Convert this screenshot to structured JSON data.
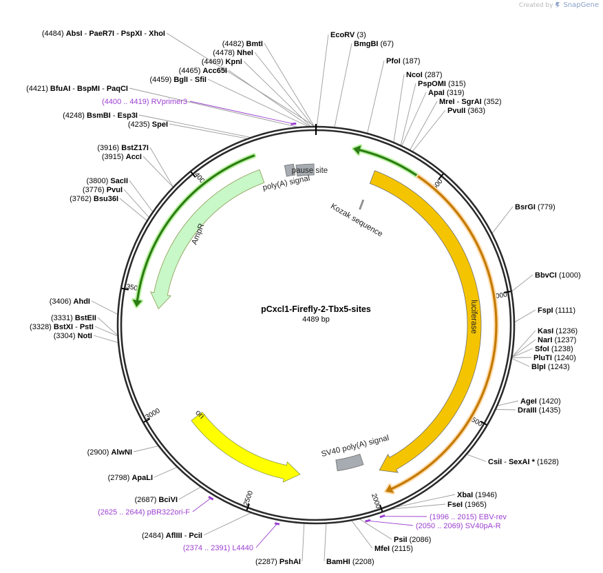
{
  "credit": {
    "prefix": "Created by",
    "brand": "SnapGene"
  },
  "plasmid": {
    "name": "pCxcl1-Firefly-2-Tbx5-sites",
    "size_label": "4489 bp",
    "length": 4489
  },
  "colors": {
    "backbone": "#2a2a2a",
    "luciferase": "#f5c400",
    "ampr": "#c8f7c8",
    "ori": "#ffff00",
    "misc": "#a7acb2",
    "primer": "#9b3fd0",
    "enzyme_line": "#9a9a9a"
  },
  "ticks": [
    {
      "pos": 500,
      "label": "500"
    },
    {
      "pos": 1000,
      "label": "1000"
    },
    {
      "pos": 1500,
      "label": "1500"
    },
    {
      "pos": 2000,
      "label": "2000"
    },
    {
      "pos": 2500,
      "label": "2500"
    },
    {
      "pos": 3000,
      "label": "3000"
    },
    {
      "pos": 3500,
      "label": "3500"
    },
    {
      "pos": 4000,
      "label": "4000"
    }
  ],
  "features": [
    {
      "id": "luciferase",
      "label": "luciferase",
      "start": 260,
      "end": 1950,
      "dir": "cw",
      "color": "#f5c400",
      "type": "arrow"
    },
    {
      "id": "ampr",
      "label": "AmpR",
      "start": 3440,
      "end": 4240,
      "dir": "ccw",
      "color": "#c8f7c8",
      "type": "arrow"
    },
    {
      "id": "ori",
      "label": "ori",
      "start": 2320,
      "end": 2900,
      "dir": "ccw",
      "color": "#ffff00",
      "type": "arrow"
    },
    {
      "id": "sv40polya",
      "label": "SV40 poly(A) signal",
      "start": 2010,
      "end": 2140,
      "color": "#a7acb2",
      "type": "box"
    },
    {
      "id": "pausesite",
      "label": "pause site",
      "start": 4400,
      "end": 4480,
      "color": "#a7acb2",
      "type": "box"
    },
    {
      "id": "polya",
      "label": "poly(A) signal",
      "start": 4350,
      "end": 4390,
      "color": "#a7acb2",
      "type": "box"
    },
    {
      "id": "kozak",
      "label": "Kozak sequence",
      "start": 255,
      "end": 262,
      "color": "#a7acb2",
      "type": "box"
    }
  ],
  "outer_arrows": [
    {
      "id": "outer-top",
      "start": 150,
      "end": 530,
      "dir": "ccw"
    },
    {
      "id": "outer-left",
      "start": 3440,
      "end": 4240,
      "dir": "ccw"
    },
    {
      "id": "outer-right",
      "start": 430,
      "end": 1960,
      "dir": "cw"
    }
  ],
  "enzymes": [
    {
      "pos_label": "(4484)",
      "name": "AbsI",
      "extra": [
        "PaeR7I",
        "PspXI",
        "XhoI"
      ],
      "site": 4484,
      "side": "left"
    },
    {
      "pos_label": "(4482)",
      "name": "BmtI",
      "extra": [],
      "site": 4482,
      "side": "left"
    },
    {
      "pos_label": "(4478)",
      "name": "NheI",
      "extra": [],
      "site": 4478,
      "side": "left"
    },
    {
      "pos_label": "(4469)",
      "name": "KpnI",
      "extra": [],
      "site": 4469,
      "side": "left"
    },
    {
      "pos_label": "(4465)",
      "name": "Acc65I",
      "extra": [],
      "site": 4465,
      "side": "left"
    },
    {
      "pos_label": "(4459)",
      "name": "BglI",
      "extra": [
        "SfiI"
      ],
      "site": 4459,
      "side": "left"
    },
    {
      "pos_label": "(4421)",
      "name": "BfuAI",
      "extra": [
        "BspMI",
        "PaqCI"
      ],
      "site": 4421,
      "side": "left"
    },
    {
      "pos_label": "(4248)",
      "name": "BsmBI",
      "extra": [
        "Esp3I"
      ],
      "site": 4248,
      "side": "left"
    },
    {
      "pos_label": "(4235)",
      "name": "SpeI",
      "extra": [],
      "site": 4235,
      "side": "left"
    },
    {
      "pos_label": "(3916)",
      "name": "BstZ17I",
      "extra": [],
      "site": 3916,
      "side": "left"
    },
    {
      "pos_label": "(3915)",
      "name": "AccI",
      "extra": [],
      "site": 3915,
      "side": "left"
    },
    {
      "pos_label": "(3800)",
      "name": "SacII",
      "extra": [],
      "site": 3800,
      "side": "left"
    },
    {
      "pos_label": "(3776)",
      "name": "PvuI",
      "extra": [],
      "site": 3776,
      "side": "left"
    },
    {
      "pos_label": "(3762)",
      "name": "Bsu36I",
      "extra": [],
      "site": 3762,
      "side": "left"
    },
    {
      "pos_label": "(3406)",
      "name": "AhdI",
      "extra": [],
      "site": 3406,
      "side": "left"
    },
    {
      "pos_label": "(3331)",
      "name": "BstEII",
      "extra": [],
      "site": 3331,
      "side": "left"
    },
    {
      "pos_label": "(3328)",
      "name": "BstXI",
      "extra": [
        "PstI"
      ],
      "site": 3328,
      "side": "left"
    },
    {
      "pos_label": "(3304)",
      "name": "NotI",
      "extra": [],
      "site": 3304,
      "side": "left"
    },
    {
      "pos_label": "(2900)",
      "name": "AlwNI",
      "extra": [],
      "site": 2900,
      "side": "left"
    },
    {
      "pos_label": "(2798)",
      "name": "ApaLI",
      "extra": [],
      "site": 2798,
      "side": "left"
    },
    {
      "pos_label": "(2687)",
      "name": "BciVI",
      "extra": [],
      "site": 2687,
      "side": "left"
    },
    {
      "pos_label": "(2484)",
      "name": "AflIII",
      "extra": [
        "PciI"
      ],
      "site": 2484,
      "side": "left"
    },
    {
      "pos_label": "(2287)",
      "name": "PshAI",
      "extra": [],
      "site": 2287,
      "side": "left"
    },
    {
      "pos_label": "(3)",
      "name": "EcoRV",
      "extra": [],
      "site": 3,
      "side": "right"
    },
    {
      "pos_label": "(67)",
      "name": "BmgBI",
      "extra": [],
      "site": 67,
      "side": "right"
    },
    {
      "pos_label": "(187)",
      "name": "PfoI",
      "extra": [],
      "site": 187,
      "side": "right"
    },
    {
      "pos_label": "(287)",
      "name": "NcoI",
      "extra": [],
      "site": 287,
      "side": "right"
    },
    {
      "pos_label": "(315)",
      "name": "PspOMI",
      "extra": [],
      "site": 315,
      "side": "right"
    },
    {
      "pos_label": "(319)",
      "name": "ApaI",
      "extra": [],
      "site": 319,
      "side": "right"
    },
    {
      "pos_label": "(352)",
      "name": "MreI",
      "extra": [
        "SgrAI"
      ],
      "site": 352,
      "side": "right"
    },
    {
      "pos_label": "(363)",
      "name": "PvuII",
      "extra": [],
      "site": 363,
      "side": "right"
    },
    {
      "pos_label": "(779)",
      "name": "BsrGI",
      "extra": [],
      "site": 779,
      "side": "right"
    },
    {
      "pos_label": "(1000)",
      "name": "BbvCI",
      "extra": [],
      "site": 1000,
      "side": "right"
    },
    {
      "pos_label": "(1111)",
      "name": "FspI",
      "extra": [],
      "site": 1111,
      "side": "right"
    },
    {
      "pos_label": "(1236)",
      "name": "KasI",
      "extra": [],
      "site": 1236,
      "side": "right"
    },
    {
      "pos_label": "(1237)",
      "name": "NarI",
      "extra": [],
      "site": 1237,
      "side": "right"
    },
    {
      "pos_label": "(1238)",
      "name": "SfoI",
      "extra": [],
      "site": 1238,
      "side": "right"
    },
    {
      "pos_label": "(1240)",
      "name": "PluTI",
      "extra": [],
      "site": 1240,
      "side": "right"
    },
    {
      "pos_label": "(1243)",
      "name": "BlpI",
      "extra": [],
      "site": 1243,
      "side": "right"
    },
    {
      "pos_label": "(1420)",
      "name": "AgeI",
      "extra": [],
      "site": 1420,
      "side": "right"
    },
    {
      "pos_label": "(1435)",
      "name": "DraIII",
      "extra": [],
      "site": 1435,
      "side": "right"
    },
    {
      "pos_label": "(1628)",
      "name": "CsiI",
      "extra": [
        "SexAI *"
      ],
      "site": 1628,
      "side": "right"
    },
    {
      "pos_label": "(1946)",
      "name": "XbaI",
      "extra": [],
      "site": 1946,
      "side": "right"
    },
    {
      "pos_label": "(1965)",
      "name": "FseI",
      "extra": [],
      "site": 1965,
      "side": "right"
    },
    {
      "pos_label": "(2086)",
      "name": "PsiI",
      "extra": [],
      "site": 2086,
      "side": "right"
    },
    {
      "pos_label": "(2115)",
      "name": "MfeI",
      "extra": [],
      "site": 2115,
      "side": "right"
    },
    {
      "pos_label": "(2208)",
      "name": "BamHI",
      "extra": [],
      "site": 2208,
      "side": "right"
    }
  ],
  "primers": [
    {
      "range": "(4400 .. 4419)",
      "name": "RVprimer3",
      "start": 4400,
      "end": 4419,
      "side": "left"
    },
    {
      "range": "(2625 .. 2644)",
      "name": "pBR322ori-F",
      "start": 2625,
      "end": 2644,
      "side": "left"
    },
    {
      "range": "(2374 .. 2391)",
      "name": "L4440",
      "start": 2374,
      "end": 2391,
      "side": "left"
    },
    {
      "range": "(1996 .. 2015)",
      "name": "EBV-rev",
      "start": 1996,
      "end": 2015,
      "side": "right"
    },
    {
      "range": "(2050 .. 2069)",
      "name": "SV40pA-R",
      "start": 2050,
      "end": 2069,
      "side": "right"
    }
  ]
}
